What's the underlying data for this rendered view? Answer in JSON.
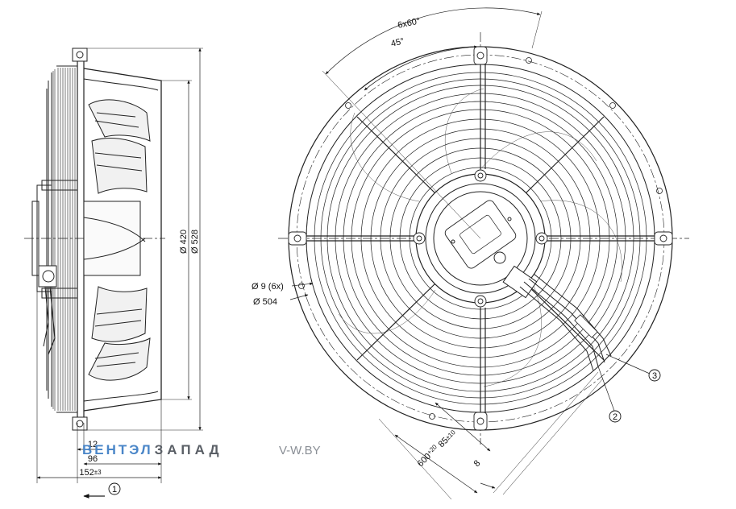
{
  "dimensions": {
    "inner_diameter": "Ø 420",
    "outer_diameter": "Ø 528",
    "angle_total": "6x60°",
    "angle_offset": "45°",
    "holes": "Ø 9 (6x)",
    "hole_circle": "Ø 504",
    "depth_12": "12",
    "depth_96": "96",
    "depth_152": "152",
    "depth_152_tol": "±3",
    "cable_85": "85",
    "cable_85_tol": "±10",
    "cable_600": "600",
    "cable_600_tol": "+20",
    "cable_8": "8"
  },
  "callouts": {
    "c1": "1",
    "c2": "2",
    "c3": "3"
  },
  "watermark": {
    "brand_part1": "ВЕНТЭЛ",
    "brand_part2": "ЗАПАД",
    "url": "V-W.BY",
    "color_blue": "#4a86c8",
    "color_gray": "#5a5f66"
  }
}
